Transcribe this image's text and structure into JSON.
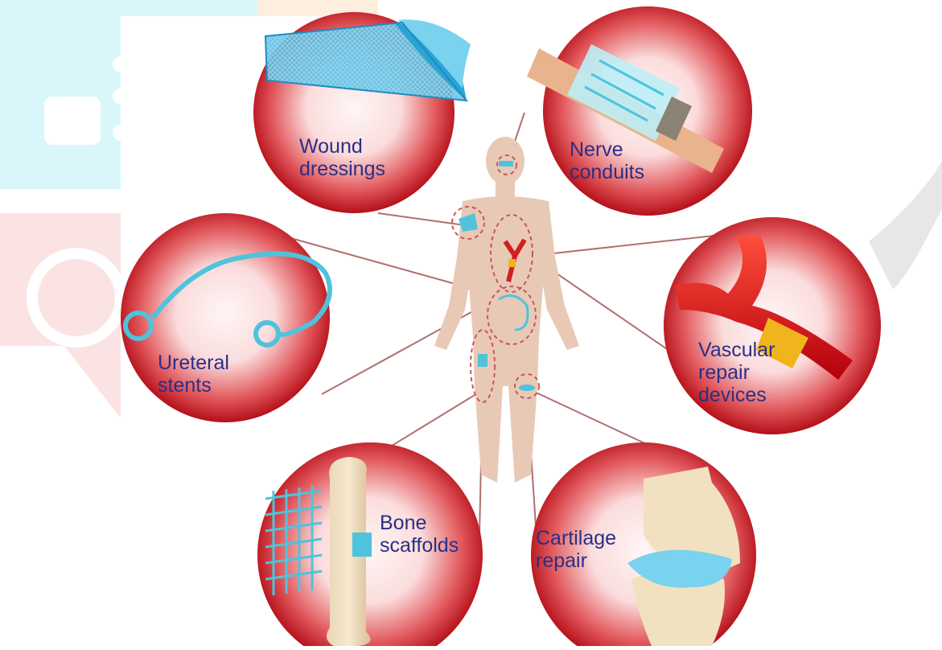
{
  "colors": {
    "circle_red": "#c8121c",
    "circle_light": "#fde9e9",
    "label_text": "#2a2f86",
    "body_silhouette": "#e8c9b6",
    "connector_line": "#b07070",
    "watermark_cyan": "#d9f7fb",
    "watermark_pink": "#fbe3e3",
    "implant_blue": "#4fc3dc"
  },
  "labels": {
    "wound": "Wound\ndressings",
    "nerve": "Nerve\nconduits",
    "ureteral": "Ureteral\nstents",
    "vascular": "Vascular\nrepair\ndevices",
    "bone": "Bone\nscaffolds",
    "cartilage": "Cartilage\nrepair"
  },
  "icons": [
    "wound-dressing-icon",
    "nerve-conduit-icon",
    "ureteral-stent-icon",
    "vascular-graft-icon",
    "bone-scaffold-icon",
    "cartilage-knee-icon",
    "human-body-icon",
    "watermark-logo-icon"
  ]
}
